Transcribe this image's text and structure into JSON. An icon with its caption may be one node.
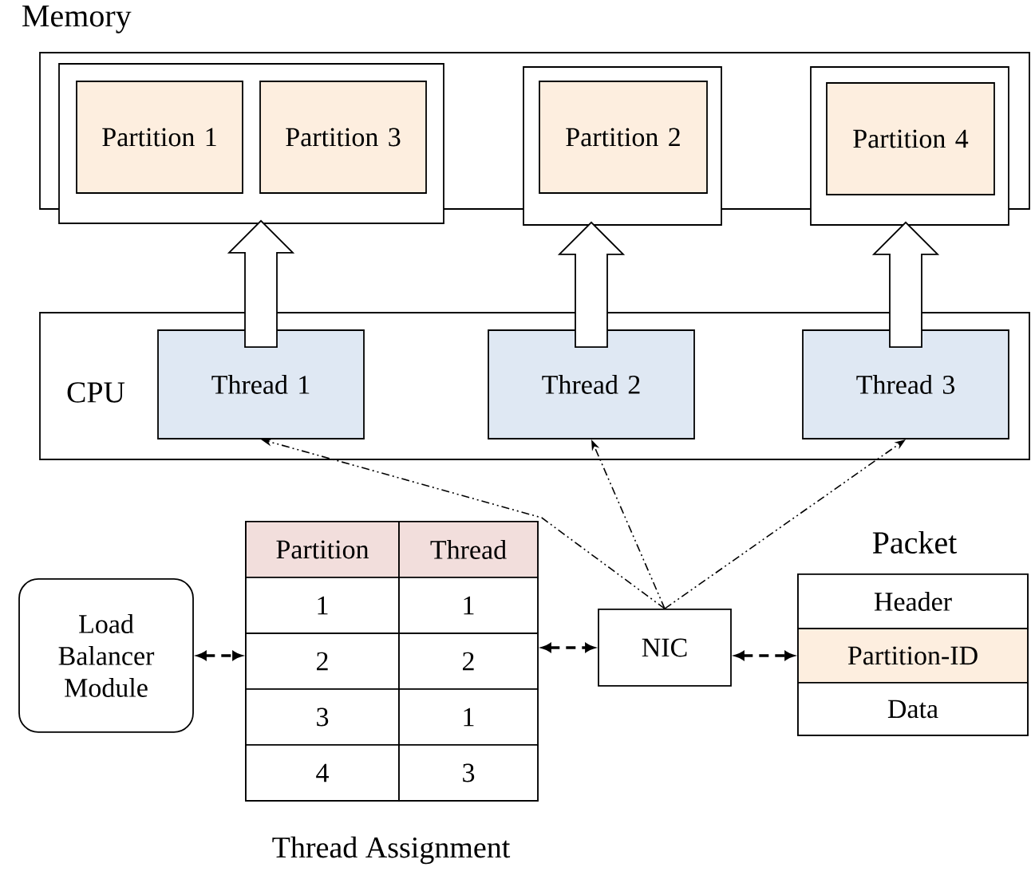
{
  "diagram": {
    "nodes": [
      {
        "text": [
          "Memory"
        ]
      },
      {
        "text": [],
        "shape": "box"
      },
      {
        "text": [
          "Partition 1"
        ],
        "in": 1
      },
      {
        "text": [
          "Partition 3"
        ],
        "in": 1
      },
      {
        "text": [],
        "shape": "box"
      },
      {
        "text": [
          "Partition 2"
        ],
        "in": 4
      },
      {
        "text": [],
        "shape": "box"
      },
      {
        "text": [
          "Partition 4"
        ],
        "in": 6
      },
      {
        "text": [
          "CPU"
        ]
      },
      {
        "text": [
          "Thread 1"
        ],
        "in": 8
      },
      {
        "text": [
          "Thread 2"
        ],
        "in": 8
      },
      {
        "text": [
          "Thread 3"
        ],
        "in": 8
      },
      {
        "text": [
          "Load Balancer Module"
        ]
      },
      {
        "text": [
          "Thread Assignment"
        ]
      },
      {
        "text": [
          "NIC"
        ]
      },
      {
        "text": [
          "Packet"
        ]
      },
      {
        "text": [
          "Header"
        ],
        "in": 15
      },
      {
        "text": [
          "Partition-ID"
        ],
        "in": 15
      },
      {
        "text": [
          "Data"
        ],
        "in": 15
      }
    ],
    "edges": [
      {
        "from": 9,
        "to": 1,
        "arrow": "to"
      },
      {
        "from": 10,
        "to": 4,
        "arrow": "to"
      },
      {
        "from": 11,
        "to": 6,
        "arrow": "to"
      },
      {
        "from": 14,
        "to": 9,
        "arrow": "to",
        "style": "dashed"
      },
      {
        "from": 14,
        "to": 10,
        "arrow": "to",
        "style": "dashed"
      },
      {
        "from": 14,
        "to": 11,
        "arrow": "to",
        "style": "dashed"
      },
      {
        "from": 12,
        "to": 13,
        "arrow": "both",
        "style": "dashed"
      },
      {
        "from": 13,
        "to": 14,
        "arrow": "both",
        "style": "dashed"
      },
      {
        "from": 14,
        "to": 17,
        "arrow": "both",
        "style": "dashed"
      }
    ],
    "labels": [
      "Partition",
      "Thread",
      "1",
      "1",
      "2",
      "2",
      "3",
      "1",
      "4",
      "3"
    ]
  }
}
